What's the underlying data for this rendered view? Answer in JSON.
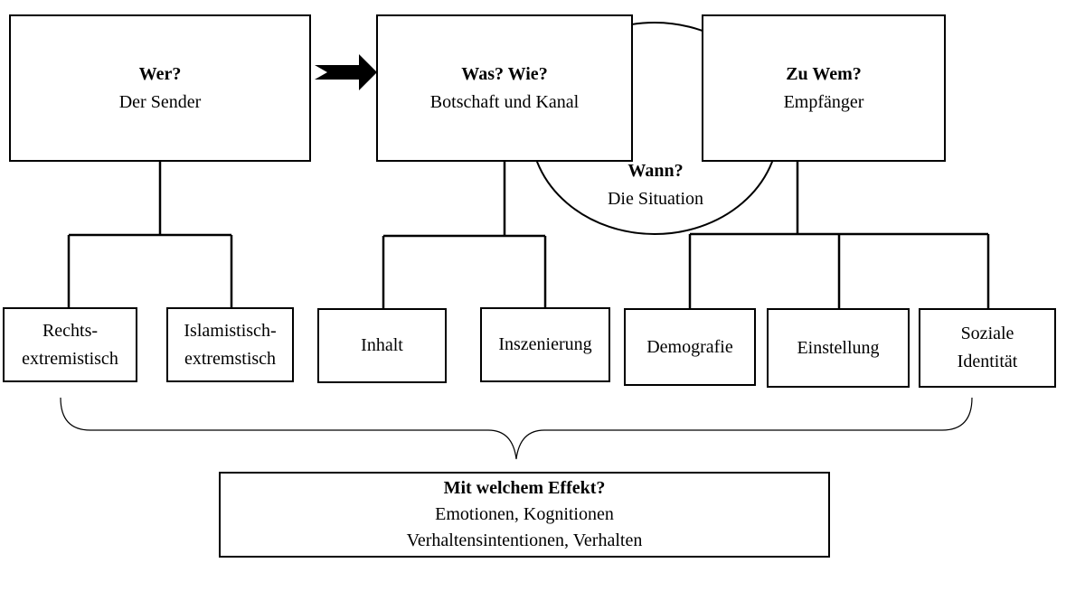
{
  "diagram": {
    "sender": {
      "title": "Wer?",
      "subtitle": "Der Sender"
    },
    "message": {
      "title": "Was? Wie?",
      "subtitle": "Botschaft und Kanal"
    },
    "receiver": {
      "title": "Zu Wem?",
      "subtitle": "Empfänger"
    },
    "situation": {
      "title": "Wann?",
      "subtitle": "Die Situation"
    },
    "sender_children": [
      {
        "line1": "Rechts-",
        "line2": "extremistisch"
      },
      {
        "line1": "Islamistisch-",
        "line2": "extremstisch"
      }
    ],
    "message_children": [
      "Inhalt",
      "Inszenierung"
    ],
    "receiver_children": [
      {
        "line1": "Demografie",
        "line2": ""
      },
      {
        "line1": "Einstellung",
        "line2": ""
      },
      {
        "line1": "Soziale",
        "line2": "Identität"
      }
    ],
    "effect": {
      "title": "Mit welchem Effekt?",
      "line1": "Emotionen, Kognitionen",
      "line2": "Verhaltensintentionen, Verhalten"
    },
    "colors": {
      "stroke": "#000000",
      "fill": "#ffffff"
    }
  }
}
